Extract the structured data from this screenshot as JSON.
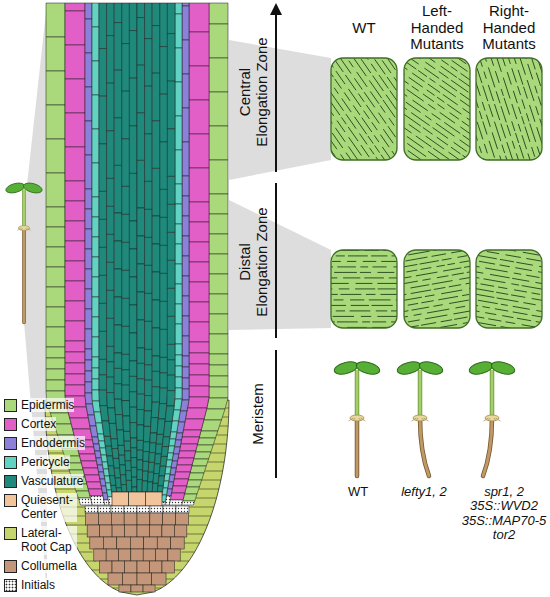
{
  "diagram": {
    "labels": [
      "Central Elongation Zone",
      "Distal Elongation Zone",
      "Meristem",
      "WT",
      "Left-Handed Mutants",
      "Right-Handed Mutants",
      "WT",
      "lefty1, 2",
      "spr1, 2 35S::WVD2 35S::MAP70-5 tor2"
    ],
    "legend": [
      {
        "text": "Epidermis",
        "color": "#a9d97a"
      },
      {
        "text": "Cortex",
        "color": "#e35fc8"
      },
      {
        "text": "Endodermis",
        "color": "#8c80d8"
      },
      {
        "text": "Pericycle",
        "color": "#62d3c2"
      },
      {
        "text": "Vasculature",
        "color": "#1f8a7c"
      },
      {
        "text": "Quiesent-Center",
        "color": "#f2c49c"
      },
      {
        "text": "Lateral-Root Cap",
        "color": "#c6d56c"
      },
      {
        "text": "Collumella",
        "color": "#c4977a"
      },
      {
        "text": "Initials"
      }
    ]
  }
}
